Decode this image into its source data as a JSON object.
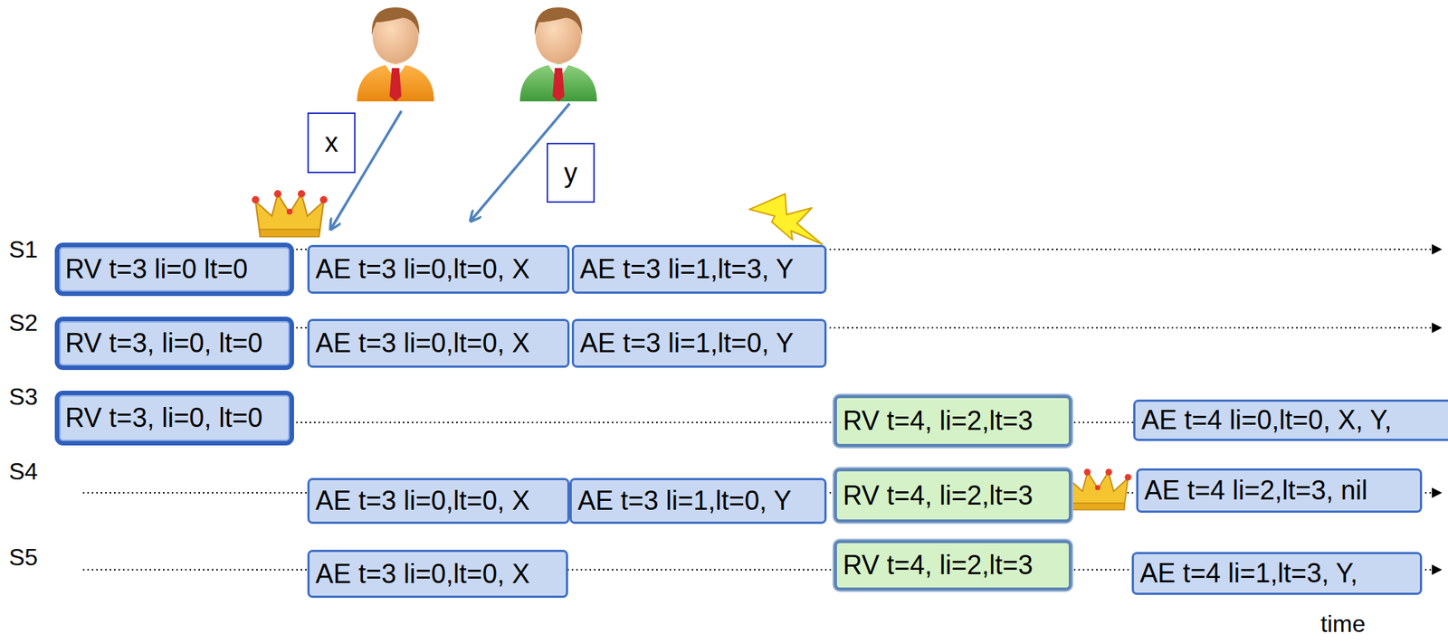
{
  "diagram": {
    "nodes": [
      {
        "text": [
          "x"
        ]
      },
      {
        "text": [
          "y"
        ]
      },
      {
        "text": [
          "RV t=3 li=0 lt=0"
        ]
      },
      {
        "text": [
          "AE t=3 li=0,lt=0, X"
        ]
      },
      {
        "text": [
          "AE t=3 li=1,lt=3, Y"
        ]
      },
      {
        "text": [
          "RV t=3, li=0, lt=0"
        ]
      },
      {
        "text": [
          "AE t=3 li=0,lt=0, X"
        ]
      },
      {
        "text": [
          "AE t=3 li=1,lt=0, Y"
        ]
      },
      {
        "text": [
          "RV t=3, li=0, lt=0"
        ]
      },
      {
        "text": [
          "RV t=4, li=2,lt=3"
        ]
      },
      {
        "text": [
          "AE t=4 li=0,lt=0, X, Y,"
        ]
      },
      {
        "text": [
          "AE t=3 li=0,lt=0, X"
        ]
      },
      {
        "text": [
          "AE t=3 li=1,lt=0, Y"
        ]
      },
      {
        "text": [
          "RV t=4, li=2,lt=3"
        ]
      },
      {
        "text": [
          "AE t=4 li=2,lt=3, nil"
        ]
      },
      {
        "text": [
          "AE t=3 li=0,lt=0, X"
        ]
      },
      {
        "text": [
          "RV t=4, li=2,lt=3"
        ]
      },
      {
        "text": [
          "AE t=4 li=1,lt=3, Y,"
        ]
      }
    ],
    "labels": [
      "S1",
      "S2",
      "S3",
      "S4",
      "S5",
      "time"
    ]
  }
}
